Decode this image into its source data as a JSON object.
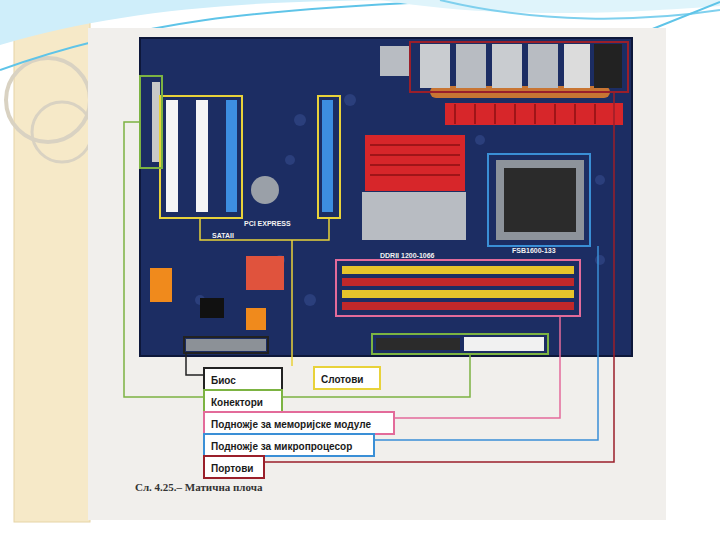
{
  "diagram": {
    "caption": "Сл. 4.25.– Матична плоча",
    "nodes": [
      {
        "text": [
          "Биос"
        ]
      },
      {
        "text": [
          "Слотови"
        ]
      },
      {
        "text": [
          "Конектори"
        ]
      },
      {
        "text": [
          "Подножје за меморијске модуле"
        ]
      },
      {
        "text": [
          "Подножје за микропроцесор"
        ]
      },
      {
        "text": [
          "Портови"
        ]
      }
    ],
    "labels": [
      "PCI EXPRESS",
      "SATAII",
      "DDRII 1200-1066",
      "FSB1600-133"
    ]
  }
}
